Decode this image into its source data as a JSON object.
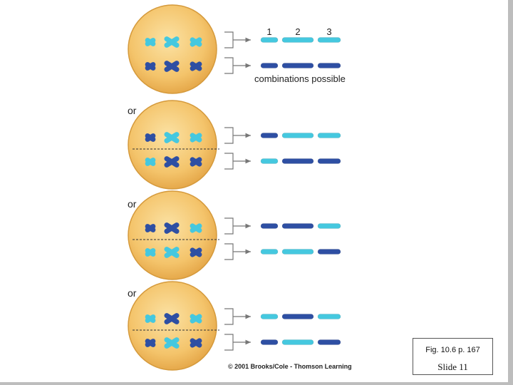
{
  "figure": {
    "column_numbers": [
      "1",
      "2",
      "3"
    ],
    "combinations_label": "combinations possible",
    "or_label": "or",
    "credit": "© 2001 Brooks/Cole - Thomson Learning",
    "scenarios": [
      {
        "id": 1,
        "divider": false,
        "top_row": [
          "light",
          "light",
          "light"
        ],
        "bottom_row": [
          "dark",
          "dark",
          "dark"
        ],
        "gamete_top": [
          "light",
          "light",
          "light"
        ],
        "gamete_bottom": [
          "dark",
          "dark",
          "dark"
        ]
      },
      {
        "id": 2,
        "divider": true,
        "top_row": [
          "dark",
          "light",
          "light"
        ],
        "bottom_row": [
          "light",
          "dark",
          "dark"
        ],
        "gamete_top": [
          "dark",
          "light",
          "light"
        ],
        "gamete_bottom": [
          "light",
          "dark",
          "dark"
        ]
      },
      {
        "id": 3,
        "divider": true,
        "top_row": [
          "dark",
          "dark",
          "light"
        ],
        "bottom_row": [
          "light",
          "light",
          "dark"
        ],
        "gamete_top": [
          "dark",
          "dark",
          "light"
        ],
        "gamete_bottom": [
          "light",
          "light",
          "dark"
        ]
      },
      {
        "id": 4,
        "divider": true,
        "top_row": [
          "light",
          "dark",
          "light"
        ],
        "bottom_row": [
          "dark",
          "light",
          "dark"
        ],
        "gamete_top": [
          "light",
          "dark",
          "light"
        ],
        "gamete_bottom": [
          "dark",
          "light",
          "dark"
        ]
      }
    ]
  },
  "caption": {
    "figure_ref": "Fig. 10.6 p. 167",
    "slide_number": "Slide 11"
  },
  "colors": {
    "cell_fill": "#f4c46b",
    "cell_stroke": "#d59a3c",
    "light_chromosome": "#45c8df",
    "dark_chromosome": "#2e4fa3",
    "bracket": "#777777"
  }
}
